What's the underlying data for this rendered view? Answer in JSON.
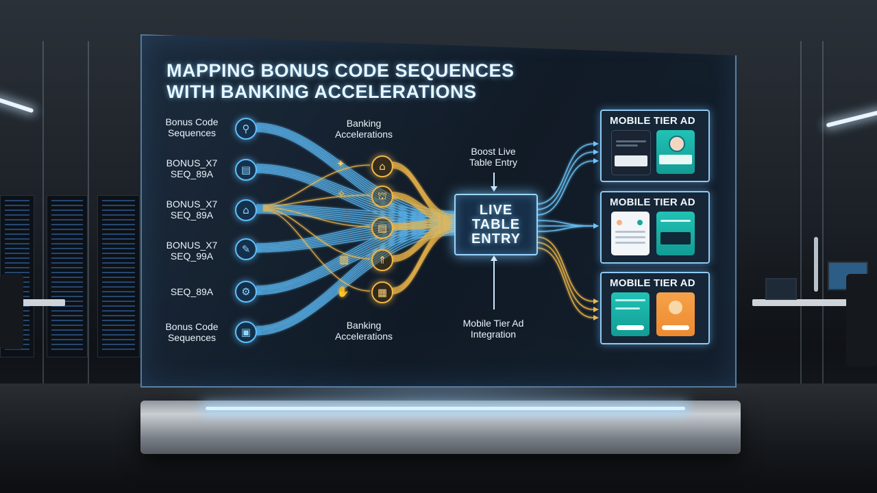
{
  "title": {
    "line1": "MAPPING BONUS CODE SEQUENCES",
    "line2": "WITH BANKING ACCELERATIONS"
  },
  "left_labels": [
    {
      "l1": "Bonus Code",
      "l2": "Sequences"
    },
    {
      "l1": "BONUS_X7",
      "l2": "SEQ_89A"
    },
    {
      "l1": "BONUS_X7",
      "l2": "SEQ_89A"
    },
    {
      "l1": "BONUS_X7",
      "l2": "SEQ_99A"
    },
    {
      "l1": "SEQ_89A",
      "l2": ""
    },
    {
      "l1": "Bonus Code",
      "l2": "Sequences"
    }
  ],
  "banking_top": {
    "l1": "Banking",
    "l2": "Accelerations"
  },
  "banking_bottom": {
    "l1": "Banking",
    "l2": "Accelerations"
  },
  "boost_label": {
    "l1": "Boost Live",
    "l2": "Table Entry"
  },
  "center_box": {
    "l1": "LIVE",
    "l2": "TABLE",
    "l3": "ENTRY"
  },
  "mobile_label": {
    "l1": "Mobile Tier Ad",
    "l2": "Integration"
  },
  "ads": [
    {
      "title": "MOBILE TIER AD"
    },
    {
      "title": "MOBILE TIER AD"
    },
    {
      "title": "MOBILE TIER AD"
    }
  ],
  "icons": {
    "left": [
      "wrench-icon",
      "terminal-icon",
      "bank-icon",
      "wrench-icon",
      "gear-box-icon",
      "safe-icon"
    ],
    "gold": [
      "building-icon",
      "bank-icon",
      "document-icon",
      "arrow-up-icon",
      "building-icon"
    ]
  },
  "colors": {
    "blue_flow": "#5fc1ff",
    "gold_flow": "#f0b84a",
    "panel_border": "#8fcaf5",
    "teal": "#21c2b5",
    "orange": "#f5a24a"
  }
}
